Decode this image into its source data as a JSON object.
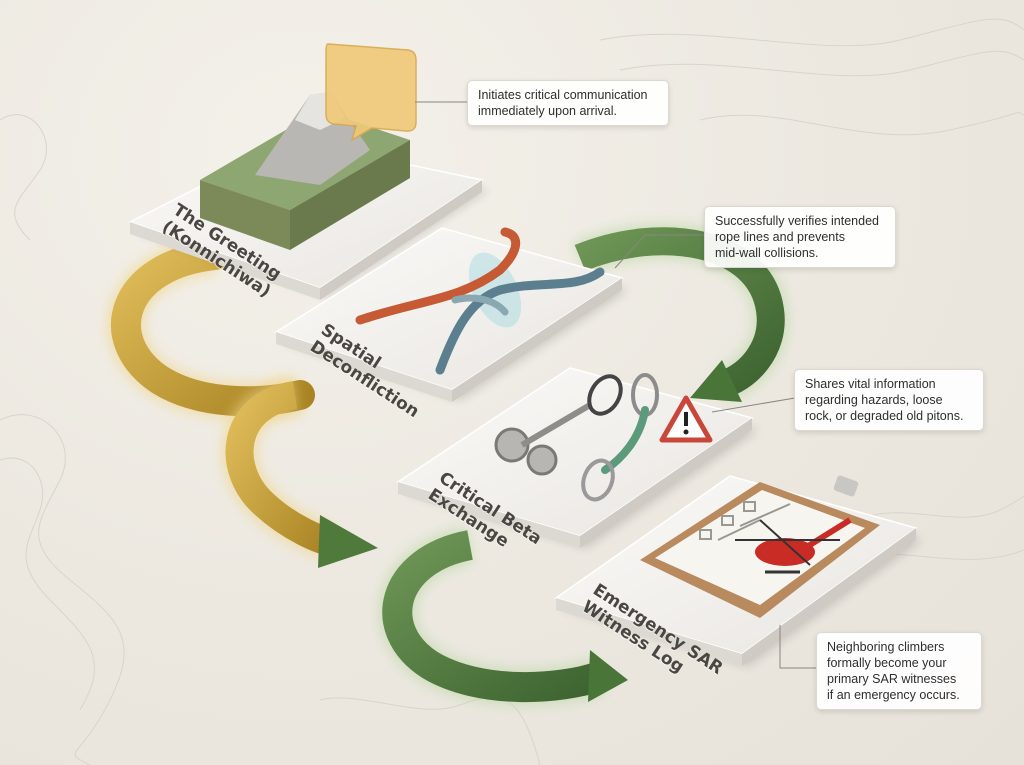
{
  "stages": [
    {
      "label_lines": [
        "The Greeting",
        "(Konnichiwa)"
      ],
      "callout_lines": [
        "Initiates critical communication",
        "immediately upon arrival."
      ],
      "icon": "mountain-speech-bubble-icon"
    },
    {
      "label_lines": [
        "Spatial",
        "Deconfliction"
      ],
      "callout_lines": [
        "Successfully verifies intended",
        "rope lines and prevents",
        "mid-wall collisions."
      ],
      "icon": "crossed-ropes-icon"
    },
    {
      "label_lines": [
        "Critical Beta",
        "Exchange"
      ],
      "callout_lines": [
        "Shares vital information",
        "regarding hazards, loose",
        "rock, or degraded old pitons."
      ],
      "icon": "climbing-gear-warning-icon"
    },
    {
      "label_lines": [
        "Emergency SAR",
        "Witness Log"
      ],
      "callout_lines": [
        "Neighboring climbers",
        "formally become your",
        "primary SAR witnesses",
        "if an emergency occurs."
      ],
      "icon": "clipboard-helicopter-icon"
    }
  ],
  "colors": {
    "gold_arrow": "#c9a13a",
    "green_arrow": "#4f7a3c",
    "card": "#f3f1ee",
    "warning": "#c8463a"
  }
}
